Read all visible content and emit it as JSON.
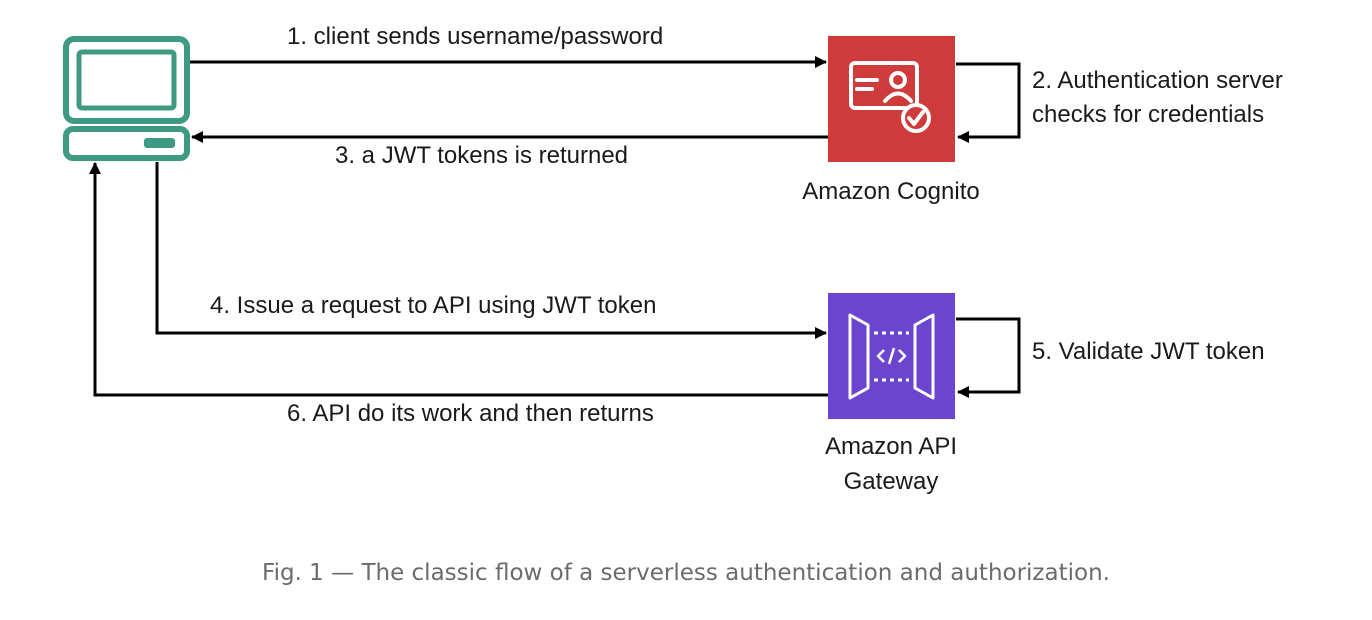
{
  "nodes": {
    "client": {
      "icon": "computer-icon",
      "color": "#3e9a82"
    },
    "cognito": {
      "label": "Amazon Cognito",
      "icon": "identity-card-check-icon",
      "color": "#cf3b3b"
    },
    "gateway": {
      "label_line1": "Amazon API",
      "label_line2": "Gateway",
      "icon": "api-gateway-icon",
      "color": "#6c45cf"
    }
  },
  "edges": {
    "step1": "1. client sends username/password",
    "step2_line1": "2. Authentication server",
    "step2_line2": "checks for credentials",
    "step3": "3. a JWT tokens is returned",
    "step4": "4. Issue a request to API using JWT token",
    "step5": "5. Validate JWT token",
    "step6": "6. API do its work and then returns"
  },
  "caption": "Fig. 1 — The classic flow of a serverless authentication and authorization."
}
